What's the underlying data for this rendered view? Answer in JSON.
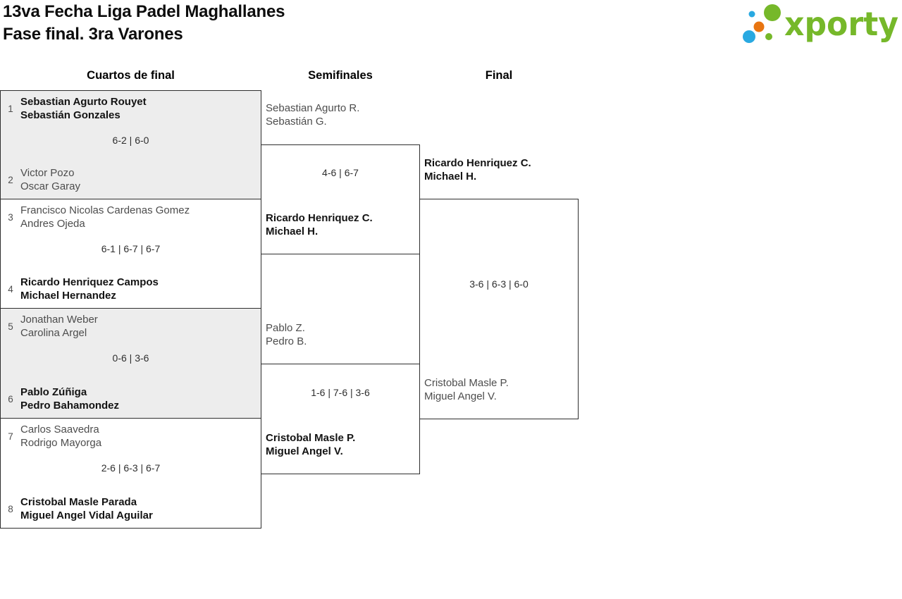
{
  "header": {
    "title_line1": "13va Fecha Liga Padel Maghallanes",
    "title_line2": "Fase final. 3ra Varones",
    "logo_text": "xporty"
  },
  "colors": {
    "logo_green": "#76b82a",
    "logo_blue": "#29a9e1",
    "logo_orange": "#e87511",
    "match_box_gray": "#ededed",
    "border": "#2e2e2e"
  },
  "rounds": {
    "quarterfinals": {
      "label": "Cuartos de final",
      "matches": [
        {
          "seed_top": "1",
          "team_top": {
            "line1": "Sebastian Agurto Rouyet",
            "line2": "Sebastián Gonzales",
            "winner": true
          },
          "score": "6-2 | 6-0",
          "seed_bottom": "2",
          "team_bottom": {
            "line1": "Victor Pozo",
            "line2": "Oscar Garay",
            "winner": false
          }
        },
        {
          "seed_top": "3",
          "team_top": {
            "line1": "Francisco Nicolas Cardenas Gomez",
            "line2": "Andres Ojeda",
            "winner": false
          },
          "score": "6-1 | 6-7 | 6-7",
          "seed_bottom": "4",
          "team_bottom": {
            "line1": "Ricardo Henriquez Campos",
            "line2": "Michael Hernandez",
            "winner": true
          }
        },
        {
          "seed_top": "5",
          "team_top": {
            "line1": "Jonathan Weber",
            "line2": "Carolina Argel",
            "winner": false
          },
          "score": "0-6 | 3-6",
          "seed_bottom": "6",
          "team_bottom": {
            "line1": "Pablo Zúñiga",
            "line2": "Pedro Bahamondez",
            "winner": true
          }
        },
        {
          "seed_top": "7",
          "team_top": {
            "line1": "Carlos Saavedra",
            "line2": "Rodrigo Mayorga",
            "winner": false
          },
          "score": "2-6 | 6-3 | 6-7",
          "seed_bottom": "8",
          "team_bottom": {
            "line1": "Cristobal Masle Parada",
            "line2": "Miguel Angel Vidal Aguilar",
            "winner": true
          }
        }
      ]
    },
    "semifinals": {
      "label": "Semifinales",
      "matches": [
        {
          "team_top": {
            "line1": "Sebastian Agurto R.",
            "line2": "Sebastián G.",
            "winner": false
          },
          "score": "4-6 | 6-7",
          "team_bottom": {
            "line1": "Ricardo Henriquez C.",
            "line2": "Michael H.",
            "winner": true
          }
        },
        {
          "team_top": {
            "line1": "Pablo Z.",
            "line2": "Pedro B.",
            "winner": false
          },
          "score": "1-6 | 7-6 | 3-6",
          "team_bottom": {
            "line1": "Cristobal Masle P.",
            "line2": "Miguel Angel V.",
            "winner": true
          }
        }
      ]
    },
    "final": {
      "label": "Final",
      "matches": [
        {
          "team_top": {
            "line1": "Ricardo Henriquez C.",
            "line2": "Michael H.",
            "winner": true
          },
          "score": "3-6 | 6-3 | 6-0",
          "team_bottom": {
            "line1": "Cristobal Masle P.",
            "line2": "Miguel Angel V.",
            "winner": false
          }
        }
      ]
    }
  }
}
